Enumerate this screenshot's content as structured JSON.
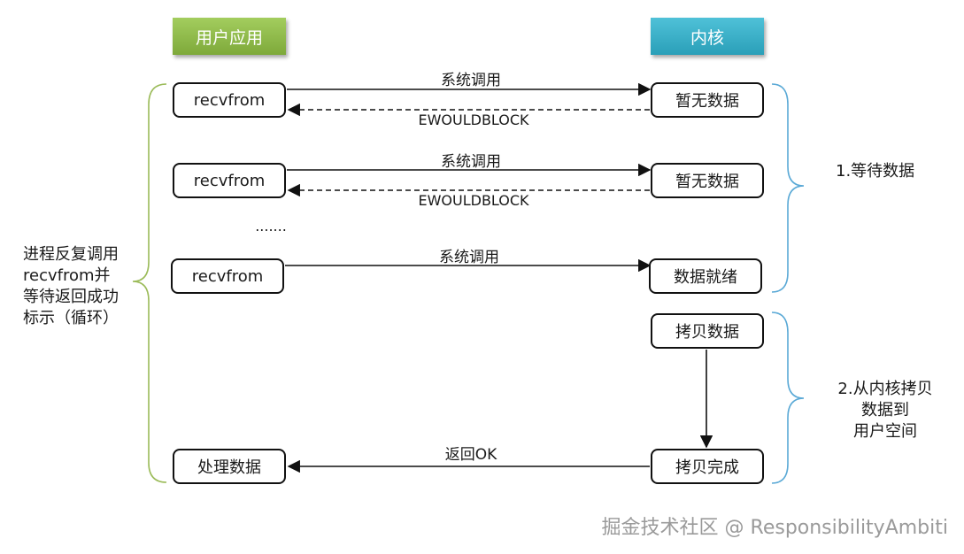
{
  "headers": {
    "user_app": "用户应用",
    "kernel": "内核"
  },
  "rows": [
    {
      "user_call": "recvfrom",
      "call_label": "系统调用",
      "kernel_state": "暂无数据",
      "return_label": "EWOULDBLOCK"
    },
    {
      "user_call": "recvfrom",
      "call_label": "系统调用",
      "kernel_state": "暂无数据",
      "return_label": "EWOULDBLOCK"
    },
    {
      "user_call": "recvfrom",
      "call_label": "系统调用",
      "kernel_state": "数据就绪"
    }
  ],
  "ellipsis": ".......",
  "copy_step": "拷贝数据",
  "copy_done": "拷贝完成",
  "return_ok_label": "返回OK",
  "process_data": "处理数据",
  "left_note": [
    "进程反复调用",
    "recvfrom并",
    "等待返回成功",
    "标示（循环）"
  ],
  "phase1": "1.等待数据",
  "phase2": [
    "2.从内核拷贝",
    "数据到",
    "用户空间"
  ],
  "watermark": "掘金技术社区 @ ResponsibilityAmbiti",
  "colors": {
    "user_header": "#8dbb45",
    "kernel_header": "#35aec8",
    "left_brace": "#9bbb59",
    "right_brace": "#5aa9d6"
  }
}
